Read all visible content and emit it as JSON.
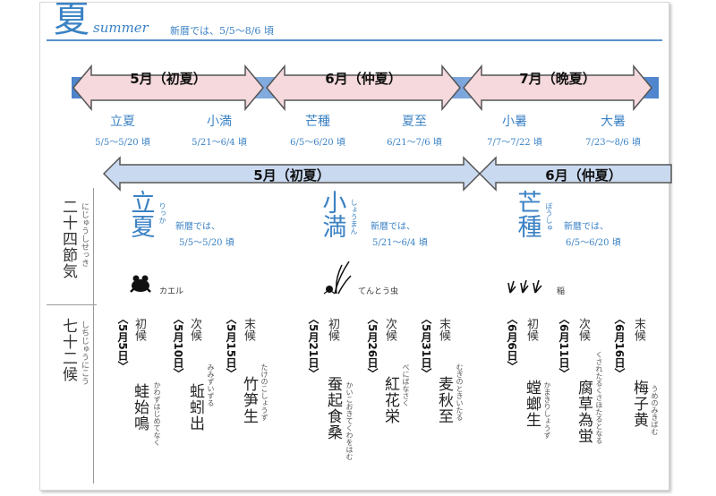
{
  "header": {
    "season_kanji": "夏",
    "season_en": "summer",
    "range": "新暦では、5/5～8/6 頃"
  },
  "month_arrows_top": [
    {
      "label": "5月（初夏）"
    },
    {
      "label": "6月（仲夏）"
    },
    {
      "label": "7月（晩夏）"
    }
  ],
  "sekki_row": [
    {
      "name": "立夏",
      "range": "5/5～5/20 頃"
    },
    {
      "name": "小満",
      "range": "5/21～6/4 頃"
    },
    {
      "name": "芒種",
      "range": "6/5～6/20 頃"
    },
    {
      "name": "夏至",
      "range": "6/21～7/6 頃"
    },
    {
      "name": "小暑",
      "range": "7/7～7/22 頃"
    },
    {
      "name": "大暑",
      "range": "7/23～8/6 頃"
    }
  ],
  "month_arrows_mid": [
    {
      "label": "5月（初夏）"
    },
    {
      "label": "6月（仲夏）"
    }
  ],
  "side_labels": {
    "sekki": "二十四節気",
    "sekki_ruby": "にじゅうしせっき",
    "ko": "七十二候",
    "ko_ruby": "しちじゅうにこう"
  },
  "detail_sekki": [
    {
      "kanji": "立夏",
      "ruby": "りっか",
      "new_cal": "新暦では、",
      "range": "5/5～5/20 頃",
      "icon": "frog-icon",
      "icon_caption": "カエル"
    },
    {
      "kanji": "小満",
      "ruby": "しょうまん",
      "new_cal": "新暦では、",
      "range": "5/21～6/4 頃",
      "icon": "insect-icon",
      "icon_caption": "てんとう虫"
    },
    {
      "kanji": "芒種",
      "ruby": "ぼうしゅ",
      "new_cal": "新暦では、",
      "range": "6/5～6/20 頃",
      "icon": "rice-icon",
      "icon_caption": "稲"
    }
  ],
  "ko": [
    {
      "type": "初候",
      "date": "〈5月5日〉",
      "name": "蛙始鳴",
      "ruby": "かわずはじめてなく"
    },
    {
      "type": "次候",
      "date": "〈5月10日〉",
      "name": "蚯蚓出",
      "ruby": "みみずいずる"
    },
    {
      "type": "末候",
      "date": "〈5月15日〉",
      "name": "竹笋生",
      "ruby": "たけのこしょうず"
    },
    {
      "type": "初候",
      "date": "〈5月21日〉",
      "name": "蚕起食桑",
      "ruby": "かいこおきてくわをはむ"
    },
    {
      "type": "次候",
      "date": "〈5月26日〉",
      "name": "紅花栄",
      "ruby": "べにばなさく"
    },
    {
      "type": "末候",
      "date": "〈5月31日〉",
      "name": "麦秋至",
      "ruby": "むぎのときいたる"
    },
    {
      "type": "初候",
      "date": "〈6月6日〉",
      "name": "螳螂生",
      "ruby": "かまきりしょうず"
    },
    {
      "type": "次候",
      "date": "〈6月11日〉",
      "name": "腐草為蛍",
      "ruby": "くされたるくさほたるとなる"
    },
    {
      "type": "末候",
      "date": "〈6月16日〉",
      "name": "梅子黄",
      "ruby": "うめのみきばむ"
    }
  ],
  "colors": {
    "accent_blue": "#3b82c4",
    "arrow_pink": "#f5d9dc",
    "arrow_blue": "#c9d9ef"
  }
}
